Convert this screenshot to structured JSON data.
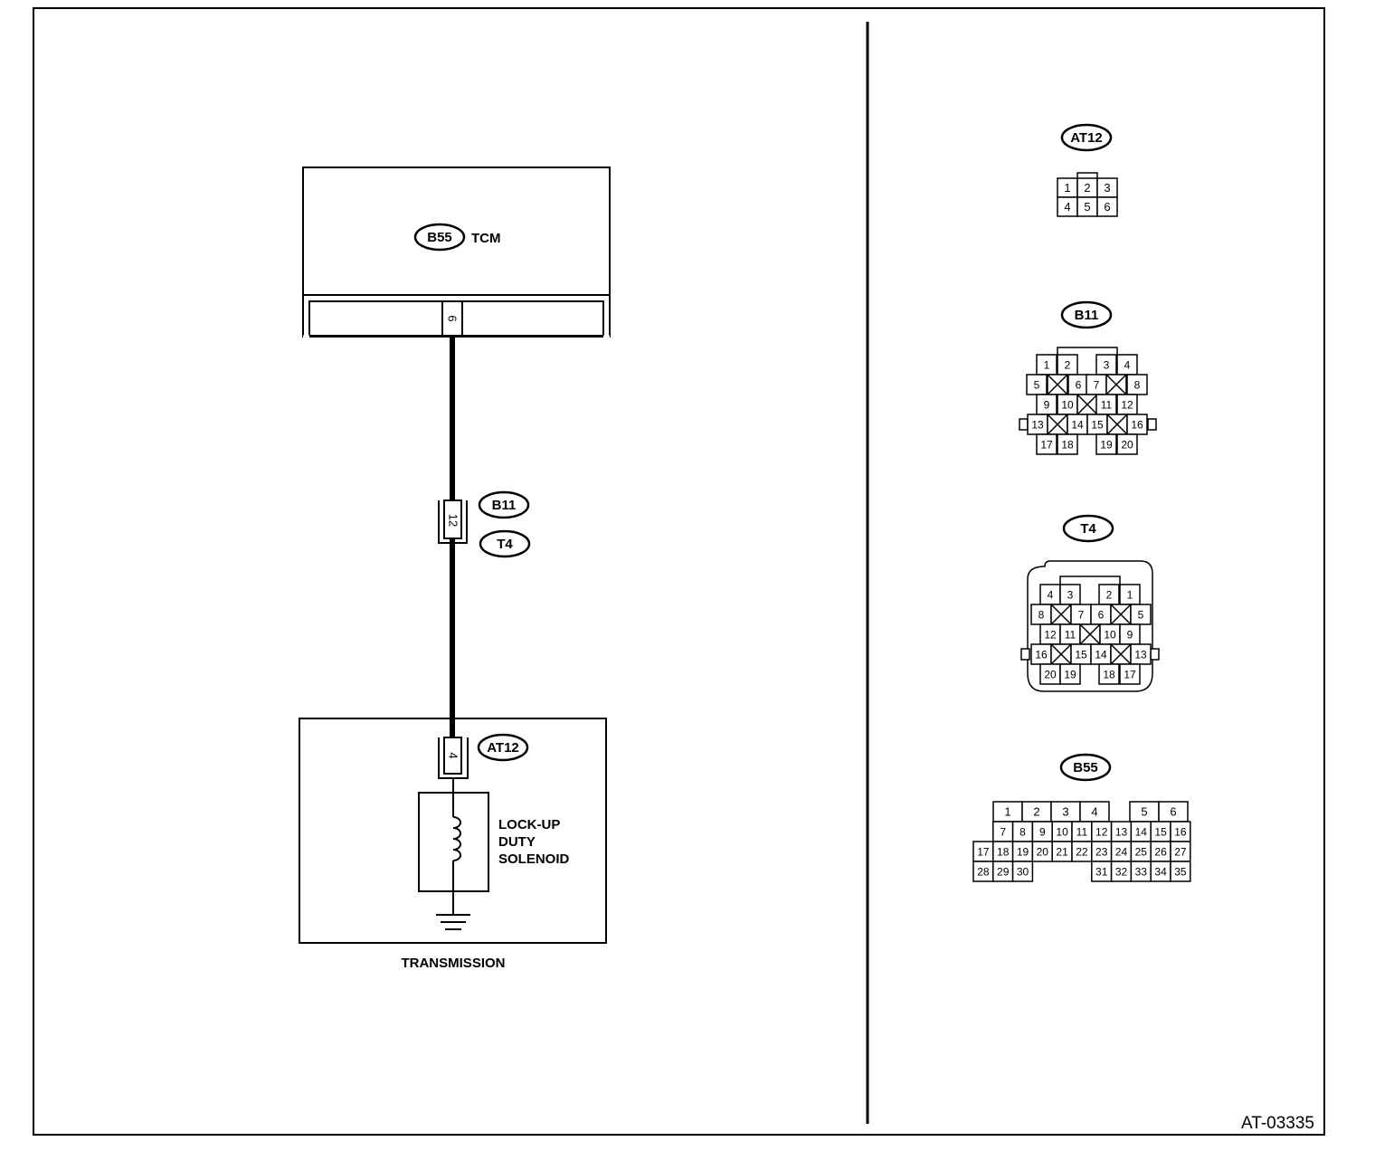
{
  "diagram": {
    "id_code": "AT-03335",
    "tcm": {
      "connector": "B55",
      "name": "TCM",
      "pin": "6"
    },
    "joint": {
      "connector_top": "B11",
      "connector_bottom": "T4",
      "pin": "12"
    },
    "transmission": {
      "label": "TRANSMISSION",
      "connector": "AT12",
      "pin": "4",
      "solenoid": {
        "line1": "LOCK-UP",
        "line2": "DUTY",
        "line3": "SOLENOID"
      }
    }
  },
  "connectors": {
    "at12": {
      "label": "AT12",
      "pins": [
        "1",
        "2",
        "3",
        "4",
        "5",
        "6"
      ]
    },
    "b11": {
      "label": "B11",
      "pins": [
        "1",
        "2",
        "3",
        "4",
        "5",
        "6",
        "7",
        "8",
        "9",
        "10",
        "11",
        "12",
        "13",
        "14",
        "15",
        "16",
        "17",
        "18",
        "19",
        "20"
      ]
    },
    "t4": {
      "label": "T4",
      "pins": [
        "1",
        "2",
        "3",
        "4",
        "5",
        "6",
        "7",
        "8",
        "9",
        "10",
        "11",
        "12",
        "13",
        "14",
        "15",
        "16",
        "17",
        "18",
        "19",
        "20"
      ]
    },
    "b55": {
      "label": "B55",
      "pins": [
        "1",
        "2",
        "3",
        "4",
        "5",
        "6",
        "7",
        "8",
        "9",
        "10",
        "11",
        "12",
        "13",
        "14",
        "15",
        "16",
        "17",
        "18",
        "19",
        "20",
        "21",
        "22",
        "23",
        "24",
        "25",
        "26",
        "27",
        "28",
        "29",
        "30",
        "31",
        "32",
        "33",
        "34",
        "35"
      ]
    }
  }
}
